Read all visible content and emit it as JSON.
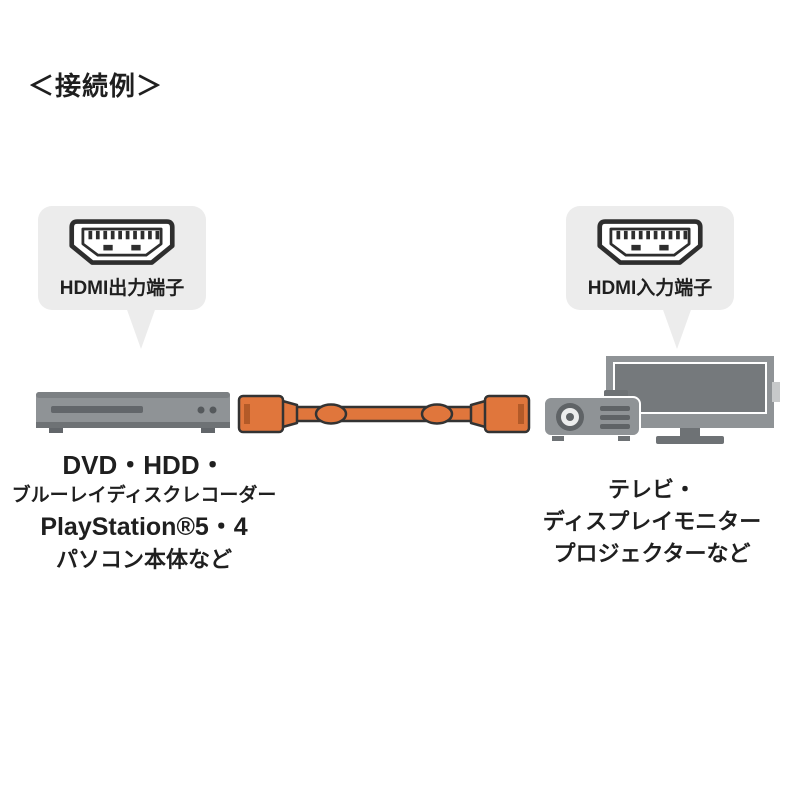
{
  "title": "＜接続例＞",
  "callouts": {
    "output": {
      "label": "HDMI出力端子",
      "icon": "hdmi-connector-icon"
    },
    "input": {
      "label": "HDMI入力端子",
      "icon": "hdmi-connector-icon"
    }
  },
  "captions": {
    "source": {
      "lines": [
        "DVD・HDD・",
        "ブルーレイディスクレコーダー",
        "PlayStation®5・4",
        "パソコン本体など"
      ]
    },
    "display": {
      "lines": [
        "テレビ・",
        "ディスプレイモニター",
        "プロジェクターなど"
      ]
    }
  },
  "illustrations": {
    "source_device": "dvd-hdd-recorder",
    "cable": "hdmi-cable",
    "display_devices": "tv-and-projector"
  },
  "colors": {
    "text": "#1f1f1f",
    "bubble_fill": "#ececec",
    "device_gray": "#8f9396",
    "device_gray_dark": "#5f6366",
    "cable_orange": "#e0763c",
    "outline_dark": "#333333"
  }
}
